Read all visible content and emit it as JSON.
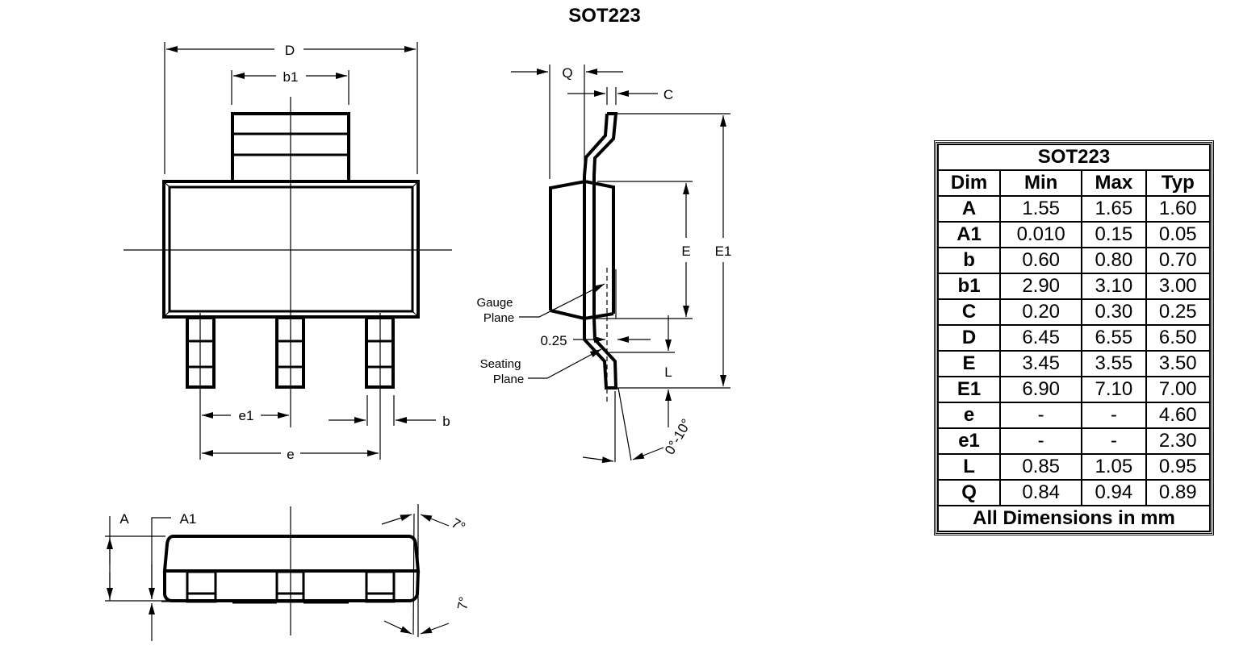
{
  "title": "SOT223",
  "drawing_labels": {
    "top_view": {
      "D": "D",
      "b1": "b1",
      "e1": "e1",
      "e": "e",
      "b": "b"
    },
    "side_view": {
      "Q": "Q",
      "C": "C",
      "E": "E",
      "E1": "E1",
      "gauge_plane_line1": "Gauge",
      "gauge_plane_line2": "Plane",
      "gauge_value": "0.25",
      "seating_plane_line1": "Seating",
      "seating_plane_line2": "Plane",
      "L": "L",
      "angle": "0°-10°"
    },
    "front_view": {
      "A": "A",
      "A1": "A1",
      "angle_top": "7°",
      "angle_bottom": "7°"
    }
  },
  "table": {
    "title": "SOT223",
    "headers": [
      "Dim",
      "Min",
      "Max",
      "Typ"
    ],
    "rows": [
      [
        "A",
        "1.55",
        "1.65",
        "1.60"
      ],
      [
        "A1",
        "0.010",
        "0.15",
        "0.05"
      ],
      [
        "b",
        "0.60",
        "0.80",
        "0.70"
      ],
      [
        "b1",
        "2.90",
        "3.10",
        "3.00"
      ],
      [
        "C",
        "0.20",
        "0.30",
        "0.25"
      ],
      [
        "D",
        "6.45",
        "6.55",
        "6.50"
      ],
      [
        "E",
        "3.45",
        "3.55",
        "3.50"
      ],
      [
        "E1",
        "6.90",
        "7.10",
        "7.00"
      ],
      [
        "e",
        "-",
        "-",
        "4.60"
      ],
      [
        "e1",
        "-",
        "-",
        "2.30"
      ],
      [
        "L",
        "0.85",
        "1.05",
        "0.95"
      ],
      [
        "Q",
        "0.84",
        "0.94",
        "0.89"
      ]
    ],
    "footer": "All Dimensions in mm"
  }
}
